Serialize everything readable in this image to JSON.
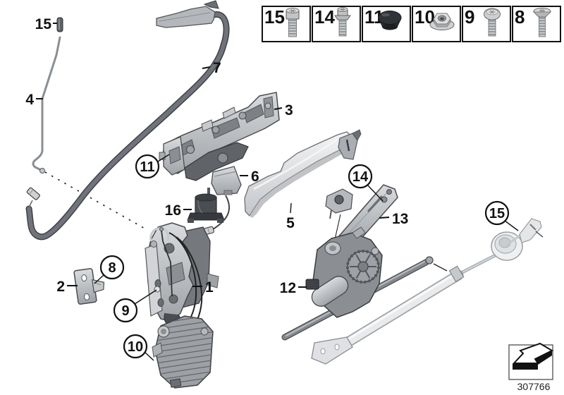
{
  "title": "Door lock system exploded parts diagram",
  "doc_number": "307766",
  "colors": {
    "line": "#111111",
    "metal_light": "#e8eaec",
    "metal_mid": "#b9bcc0",
    "metal_dark": "#55585c",
    "cable": "#63666b",
    "background": "#ffffff"
  },
  "callouts": {
    "pin15": "15",
    "rod4": "4",
    "cable7": "7",
    "carrier3": "3",
    "c11": "11",
    "cover6": "6",
    "sensor16": "16",
    "handle5": "5",
    "c14": "14",
    "bracket13": "13",
    "c15": "15",
    "striker2": "2",
    "c8": "8",
    "c9": "9",
    "lock1": "1",
    "c10": "10",
    "drive12": "12"
  },
  "fastener_table": {
    "items": [
      {
        "label": "15",
        "icon": "socket-head-cap-screw"
      },
      {
        "label": "14",
        "icon": "collar-screw"
      },
      {
        "label": "11",
        "icon": "blind-plug"
      },
      {
        "label": "10",
        "icon": "flange-nut"
      },
      {
        "label": "9",
        "icon": "pan-head-screw"
      },
      {
        "label": "8",
        "icon": "countersunk-screw"
      }
    ]
  },
  "footer": {
    "doc_number": "307766",
    "icon": "direction-arrow"
  }
}
